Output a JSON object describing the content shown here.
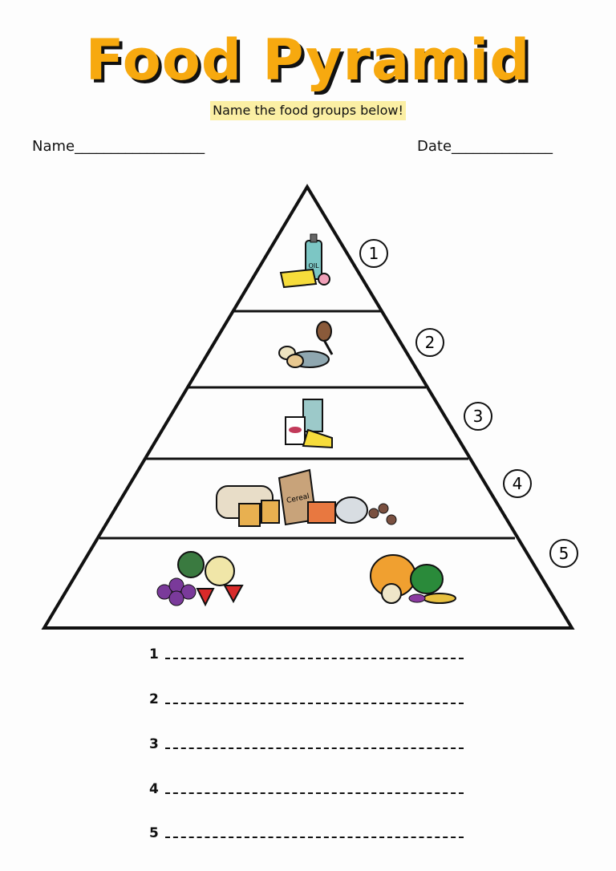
{
  "title": "Food Pyramid",
  "subtitle": "Name the food groups below!",
  "name_label": "Name__________________",
  "date_label": "Date______________",
  "pyramid": {
    "levels": [
      {
        "number": "1",
        "illustration": "oil-butter-candy",
        "label": "OIL"
      },
      {
        "number": "2",
        "illustration": "meat-fish-eggs"
      },
      {
        "number": "3",
        "illustration": "milk-yogurt-cheese"
      },
      {
        "number": "4",
        "illustration": "bread-cereal-pasta-rice",
        "label": "Cereal"
      },
      {
        "number": "5",
        "illustration": "fruits-and-vegetables"
      }
    ]
  },
  "answers": [
    {
      "number": "1"
    },
    {
      "number": "2"
    },
    {
      "number": "3"
    },
    {
      "number": "4"
    },
    {
      "number": "5"
    }
  ],
  "colors": {
    "title": "#f7a90f",
    "highlight": "#fbefa4"
  }
}
